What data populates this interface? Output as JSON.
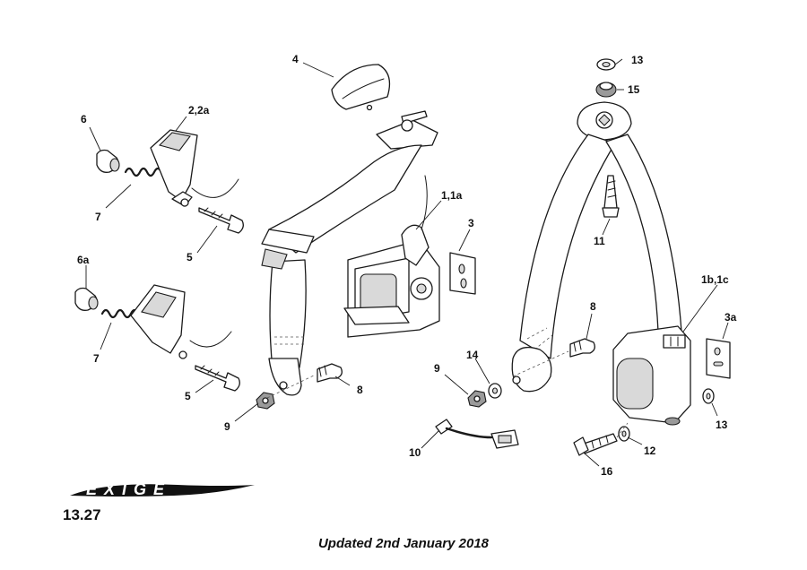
{
  "labels": {
    "l1": "1,1a",
    "l1b": "1b,1c",
    "l2": "2,2a",
    "l3": "3",
    "l3a": "3a",
    "l4": "4",
    "l5a": "5",
    "l5b": "5",
    "l6": "6",
    "l6a": "6a",
    "l7a": "7",
    "l7b": "7",
    "l8a": "8",
    "l8b": "8",
    "l9a": "9",
    "l9b": "9",
    "l10": "10",
    "l11": "11",
    "l12": "12",
    "l13a": "13",
    "l13b": "13",
    "l14": "14",
    "l15": "15",
    "l16": "16"
  },
  "brand": {
    "logo_text": "EXIGE"
  },
  "page_number": "13.27",
  "footer": "Updated 2nd January 2018"
}
